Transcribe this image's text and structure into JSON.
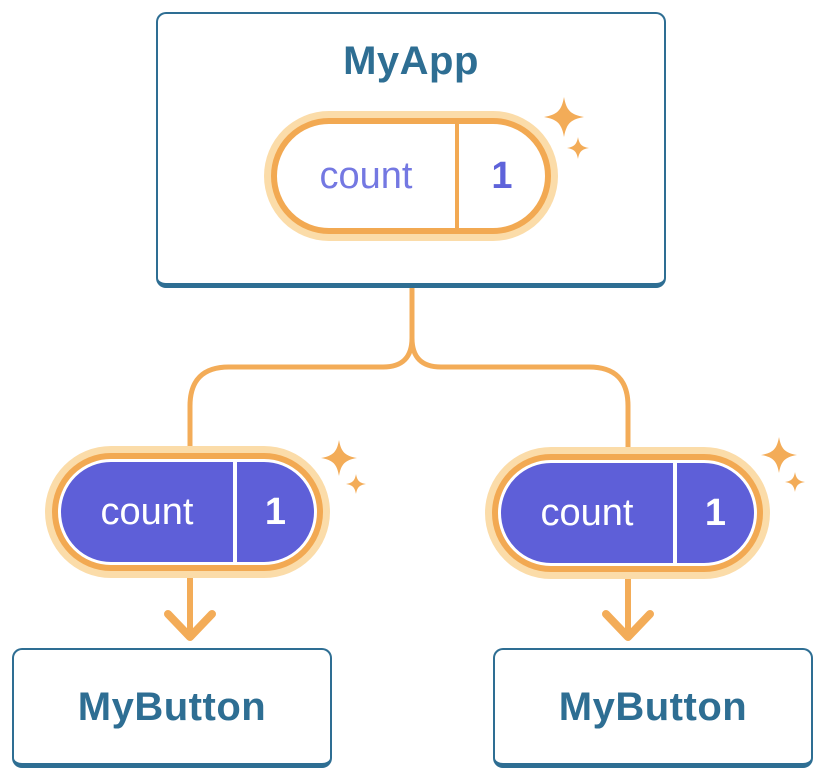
{
  "diagram": {
    "description": "React component tree sharing state",
    "root": {
      "title": "MyApp",
      "state": {
        "name": "count",
        "value": "1"
      }
    },
    "children": [
      {
        "title": "MyButton",
        "state": {
          "name": "count",
          "value": "1"
        }
      },
      {
        "title": "MyButton",
        "state": {
          "name": "count",
          "value": "1"
        }
      }
    ]
  },
  "icons": {
    "sparkle": "sparkle-icon",
    "down_arrow": "down-arrow-icon"
  },
  "colors": {
    "card_border_blue": "#2E6E93",
    "title_text_blue": "#2E6E93",
    "orange_border": "#F2A952",
    "orange_line": "#F3AC58",
    "orange_glow": "#FBDCA9",
    "purple_fill": "#5E5FD8",
    "purple_text": "#7478E2",
    "white": "#FFFFFF"
  }
}
